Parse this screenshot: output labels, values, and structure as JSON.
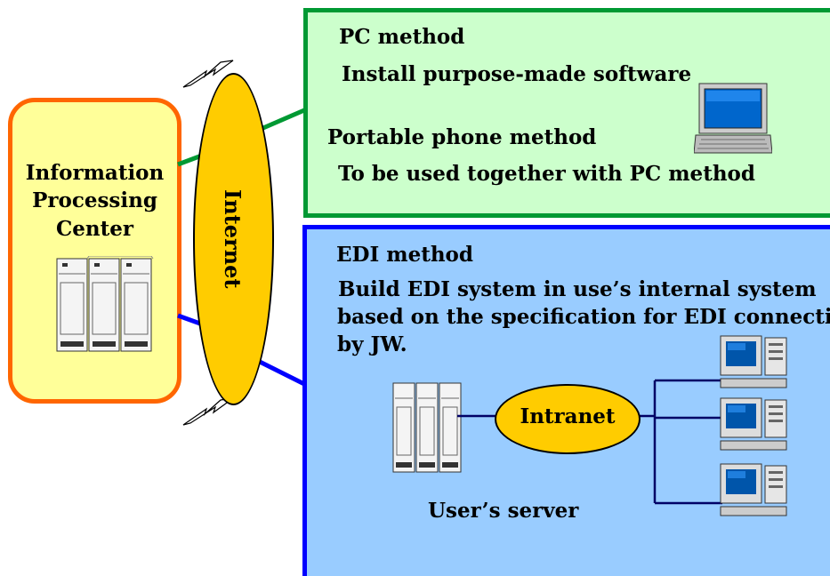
{
  "info_center": {
    "title": "Information\nProcessing\nCenter"
  },
  "internet": {
    "label": "Internet"
  },
  "pc_panel": {
    "pc_method": "PC method",
    "pc_desc": "Install purpose-made software",
    "phone_method": "Portable phone method",
    "phone_desc": "To be used together with PC method"
  },
  "edi_panel": {
    "edi_method": "EDI method",
    "edi_desc": [
      " Build EDI system in use’s internal system",
      "based on the specification for EDI connection",
      "by JW."
    ],
    "intranet": "Intranet",
    "server_label": "User’s server"
  },
  "colors": {
    "pc_panel_bg": "#ccffcc",
    "pc_panel_border": "#009933",
    "edi_panel_bg": "#99ccff",
    "edi_panel_border": "#0000ff",
    "center_bg": "#ffff99",
    "center_border": "#ff6600",
    "network_fill": "#ffcc00"
  },
  "icons": [
    "server-rack-icon",
    "laptop-icon",
    "desktop-computer-icon",
    "lightning-bolt-icon"
  ]
}
